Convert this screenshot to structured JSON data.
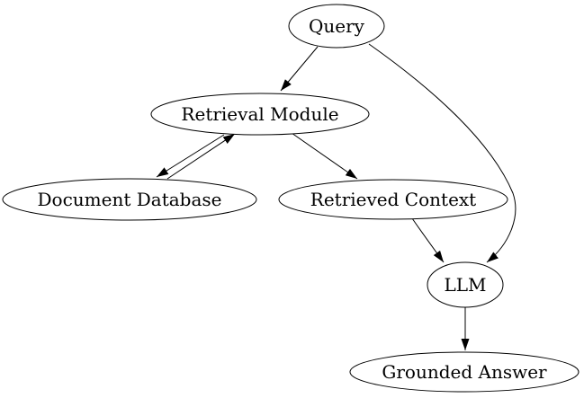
{
  "diagram": {
    "type": "directed-graph",
    "background_color": "#ffffff",
    "node_fill_color": "#ffffff",
    "stroke_color": "#000000",
    "text_color": "#000000",
    "nodes": [
      {
        "id": "query",
        "label": "Query"
      },
      {
        "id": "retrieval-module",
        "label": "Retrieval Module"
      },
      {
        "id": "document-database",
        "label": "Document Database"
      },
      {
        "id": "retrieved-context",
        "label": "Retrieved Context"
      },
      {
        "id": "llm",
        "label": "LLM"
      },
      {
        "id": "grounded-answer",
        "label": "Grounded Answer"
      }
    ],
    "edges": [
      {
        "from": "Query",
        "to": "Retrieval Module"
      },
      {
        "from": "Query",
        "to": "LLM"
      },
      {
        "from": "Retrieval Module",
        "to": "Document Database"
      },
      {
        "from": "Document Database",
        "to": "Retrieval Module"
      },
      {
        "from": "Retrieval Module",
        "to": "Retrieved Context"
      },
      {
        "from": "Retrieved Context",
        "to": "LLM"
      },
      {
        "from": "LLM",
        "to": "Grounded Answer"
      }
    ]
  }
}
